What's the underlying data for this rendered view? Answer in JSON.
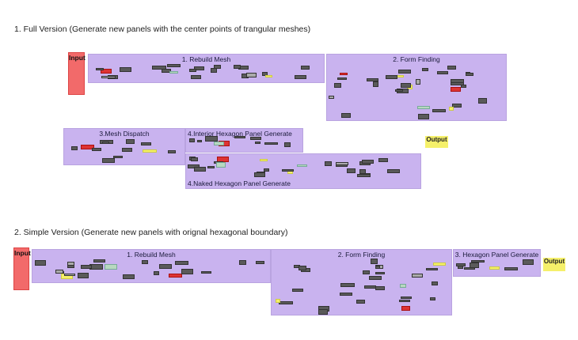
{
  "full_version": {
    "title": "1. Full Version (Generate new panels with the center points of trangular meshes)",
    "input_label": "Input",
    "output_label": "Output",
    "groups": {
      "rebuild_mesh": "1. Rebuild Mesh",
      "form_finding": "2. Form Finding",
      "mesh_dispatch": "3.Mesh Dispatch",
      "interior_hexagon": "4.Interior Hexagon Panel Generate",
      "naked_hexagon": "4.Naked Hexagon  Panel Generate"
    }
  },
  "simple_version": {
    "title": "2. Simple Version (Generate new panels with orignal hexagonal boundary)",
    "input_label": "Input",
    "output_label": "Output",
    "groups": {
      "rebuild_mesh": "1. Rebuild Mesh",
      "form_finding": "2. Form Finding",
      "hexagon_panel": "3. Hexagon  Panel Generate"
    }
  },
  "colors": {
    "group": "#c9b3ef",
    "input": "#f26a6a",
    "output": "#f5f06a"
  }
}
